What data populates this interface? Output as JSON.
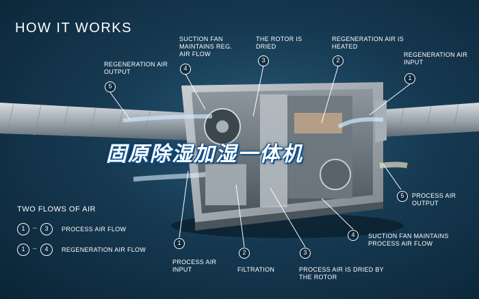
{
  "title": "HOW IT WORKS",
  "banner": "固原除湿加湿一体机",
  "callouts": {
    "suction_top": {
      "num": "4",
      "text": "SUCTION FAN MAINTAINS REG. AIR FLOW"
    },
    "rotor_dried": {
      "num": "3",
      "text": "THE ROTOR IS DRIED"
    },
    "regen_heated": {
      "num": "2",
      "text": "REGENERATION AIR IS HEATED"
    },
    "regen_input": {
      "num": "1",
      "text": "REGENERATION AIR INPUT"
    },
    "regen_output": {
      "num": "5",
      "text": "REGENERATION AIR OUTPUT"
    },
    "process_output": {
      "num": "5",
      "text": "PROCESS AIR OUTPUT"
    },
    "suction_bottom": {
      "num": "4",
      "text": "SUCTION FAN MAINTAINS PROCESS AIR FLOW"
    },
    "process_input": {
      "num": "1",
      "text": "PROCESS AIR INPUT"
    },
    "filtration": {
      "num": "2",
      "text": "FILTRATION"
    },
    "process_dried": {
      "num": "3",
      "text": "PROCESS AIR IS DRIED BY THE ROTOR"
    }
  },
  "legend": {
    "title": "TWO FLOWS OF AIR",
    "rows": [
      {
        "from": "1",
        "to": "3",
        "label": "PROCESS AIR FLOW"
      },
      {
        "from": "1",
        "to": "4",
        "label": "REGENERATION AIR FLOW"
      }
    ]
  },
  "colors": {
    "background": "#163a52",
    "duct": "#b9c0c6",
    "banner_outline": "#0d4f8a",
    "leader": "#ffffff"
  }
}
